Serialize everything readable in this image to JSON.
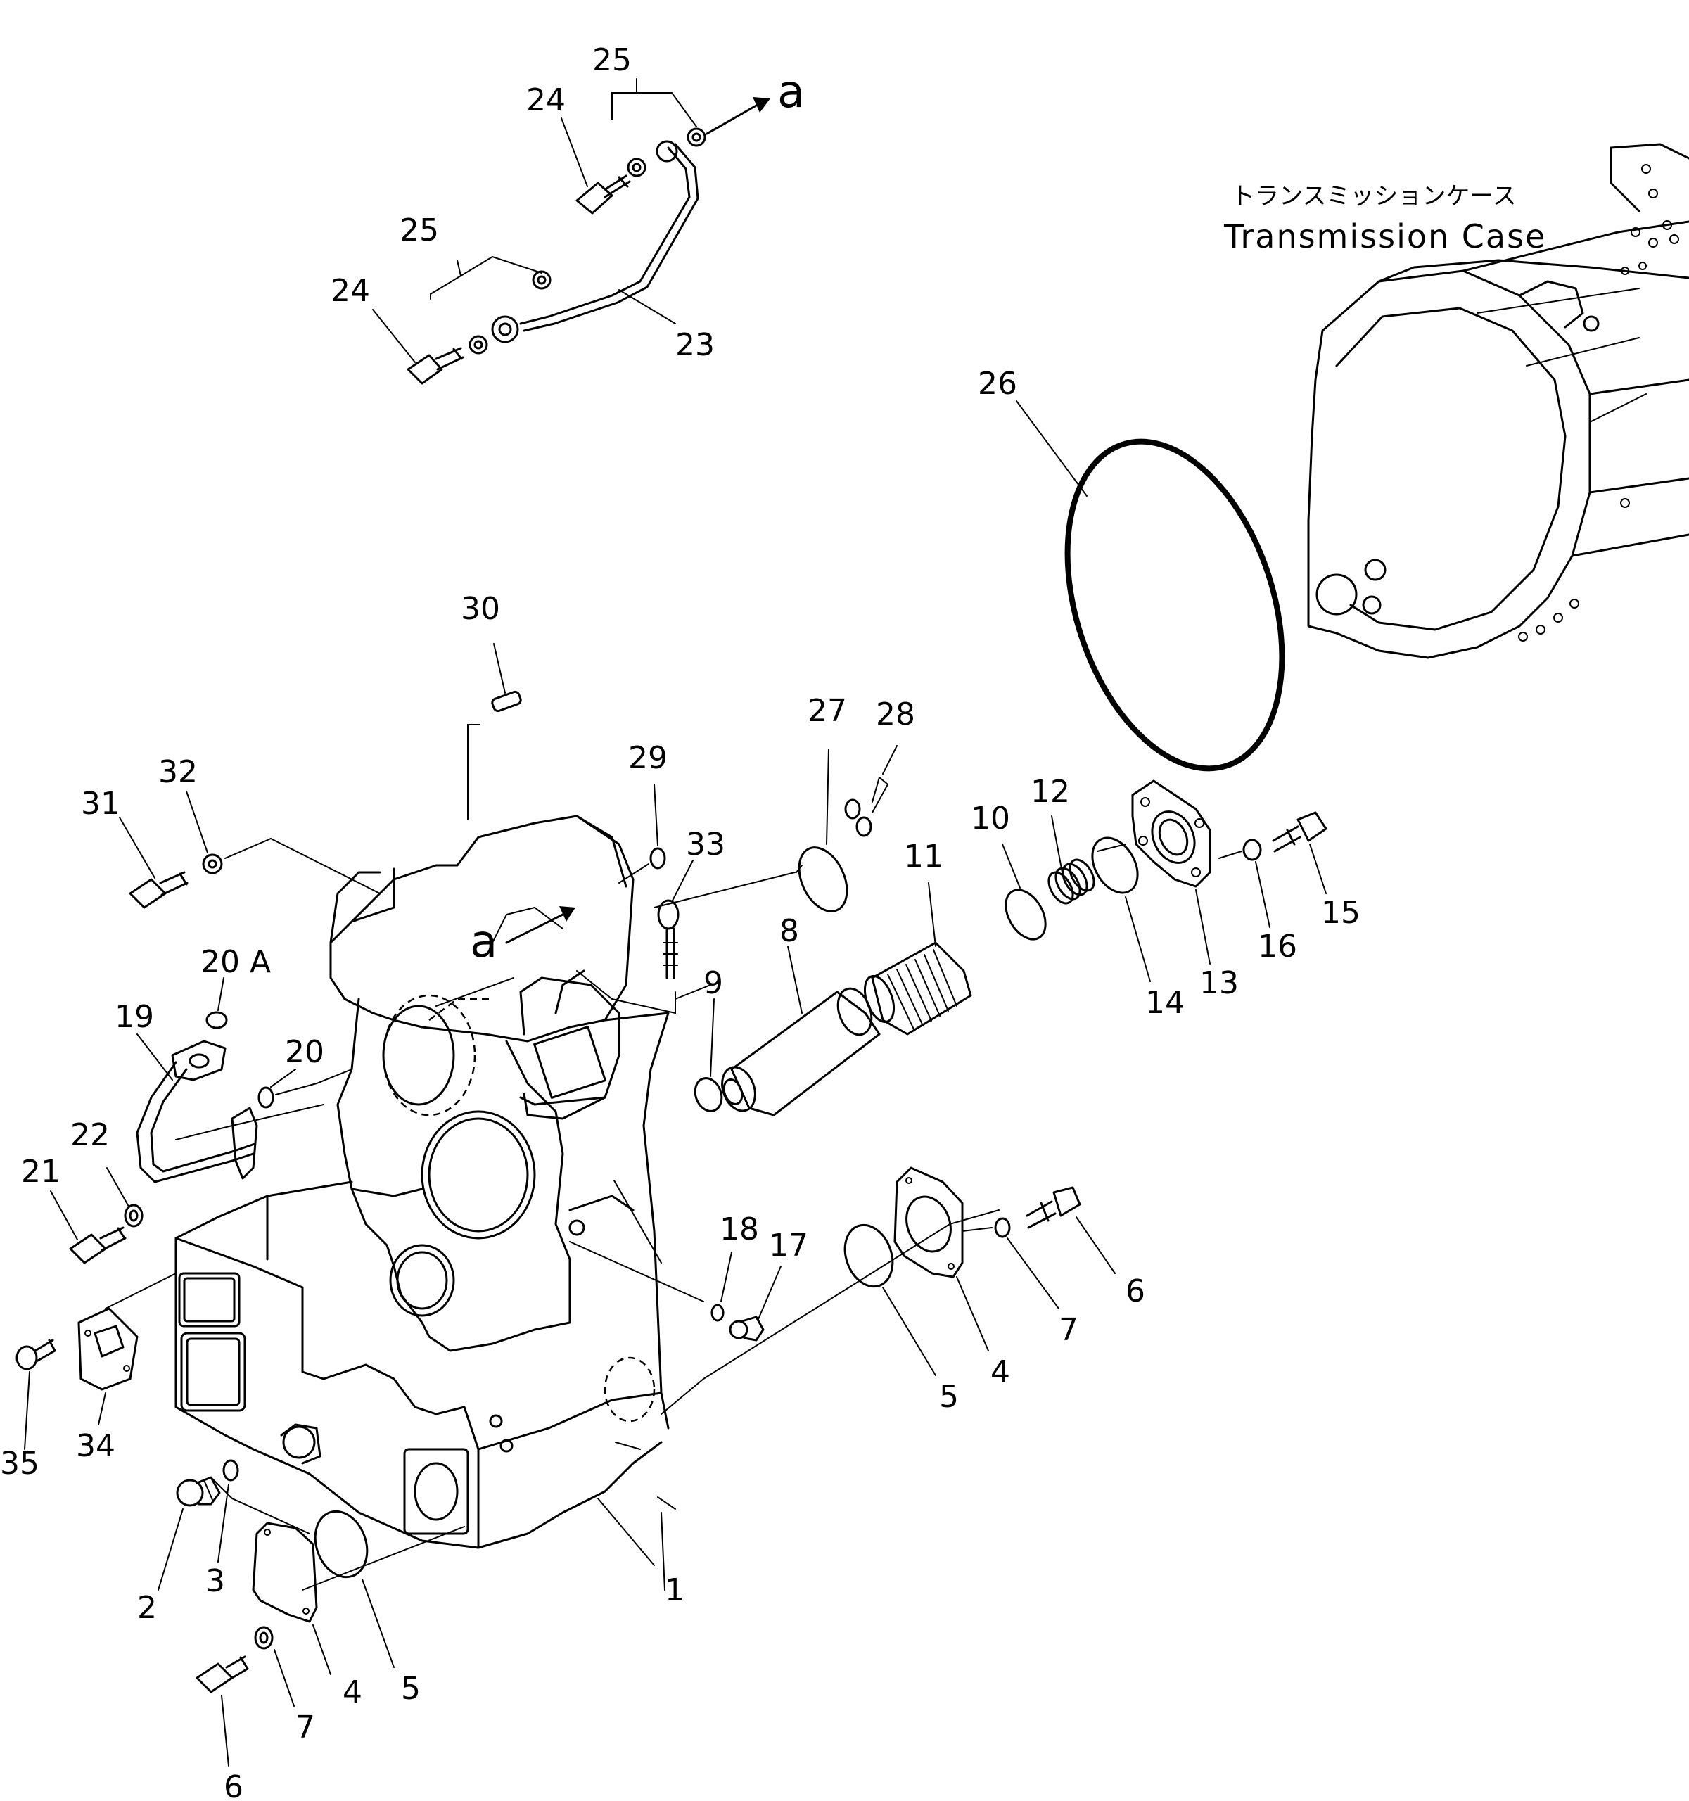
{
  "transmission_case": {
    "label_jp": "トランスミッションケース",
    "label_en": "Transmission  Case"
  },
  "view_marker": {
    "label": "a"
  },
  "callouts": [
    {
      "id": "1",
      "text": "1"
    },
    {
      "id": "2",
      "text": "2"
    },
    {
      "id": "3",
      "text": "3"
    },
    {
      "id": "4a",
      "text": "4"
    },
    {
      "id": "4b",
      "text": "4"
    },
    {
      "id": "5a",
      "text": "5"
    },
    {
      "id": "5b",
      "text": "5"
    },
    {
      "id": "6a",
      "text": "6"
    },
    {
      "id": "6b",
      "text": "6"
    },
    {
      "id": "7a",
      "text": "7"
    },
    {
      "id": "7b",
      "text": "7"
    },
    {
      "id": "8",
      "text": "8"
    },
    {
      "id": "9",
      "text": "9"
    },
    {
      "id": "10",
      "text": "10"
    },
    {
      "id": "11",
      "text": "11"
    },
    {
      "id": "12",
      "text": "12"
    },
    {
      "id": "13",
      "text": "13"
    },
    {
      "id": "14",
      "text": "14"
    },
    {
      "id": "15",
      "text": "15"
    },
    {
      "id": "16",
      "text": "16"
    },
    {
      "id": "17",
      "text": "17"
    },
    {
      "id": "18",
      "text": "18"
    },
    {
      "id": "19",
      "text": "19"
    },
    {
      "id": "20",
      "text": "20"
    },
    {
      "id": "20A",
      "text": "20 A"
    },
    {
      "id": "21",
      "text": "21"
    },
    {
      "id": "22",
      "text": "22"
    },
    {
      "id": "23",
      "text": "23"
    },
    {
      "id": "24a",
      "text": "24"
    },
    {
      "id": "24b",
      "text": "24"
    },
    {
      "id": "25a",
      "text": "25"
    },
    {
      "id": "25b",
      "text": "25"
    },
    {
      "id": "26",
      "text": "26"
    },
    {
      "id": "27",
      "text": "27"
    },
    {
      "id": "28",
      "text": "28"
    },
    {
      "id": "29",
      "text": "29"
    },
    {
      "id": "30",
      "text": "30"
    },
    {
      "id": "31",
      "text": "31"
    },
    {
      "id": "32",
      "text": "32"
    },
    {
      "id": "33",
      "text": "33"
    },
    {
      "id": "34",
      "text": "34"
    },
    {
      "id": "35",
      "text": "35"
    }
  ]
}
